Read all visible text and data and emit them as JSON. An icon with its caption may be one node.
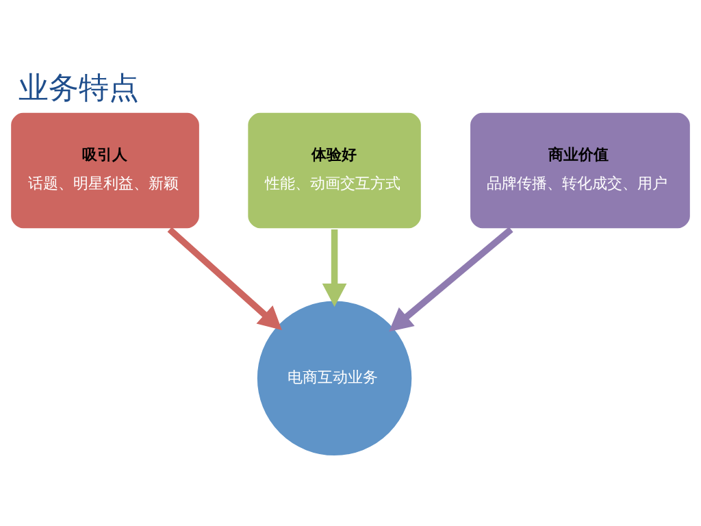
{
  "diagram": {
    "title": "业务特点",
    "nodes": [
      {
        "text": [
          "吸引人",
          "话题、明星利益、新颖"
        ]
      },
      {
        "text": [
          "体验好",
          "性能、动画交互方式"
        ]
      },
      {
        "text": [
          "商业价值",
          "品牌传播、转化成交、用户"
        ]
      },
      {
        "text": [
          "电商互动业务"
        ]
      }
    ],
    "edges": [
      {
        "from": 0,
        "to": 3,
        "arrow": "to",
        "color": "#cd6660"
      },
      {
        "from": 1,
        "to": 3,
        "arrow": "to",
        "color": "#a9c46a"
      },
      {
        "from": 2,
        "to": 3,
        "arrow": "to",
        "color": "#8f7bb0"
      }
    ]
  }
}
